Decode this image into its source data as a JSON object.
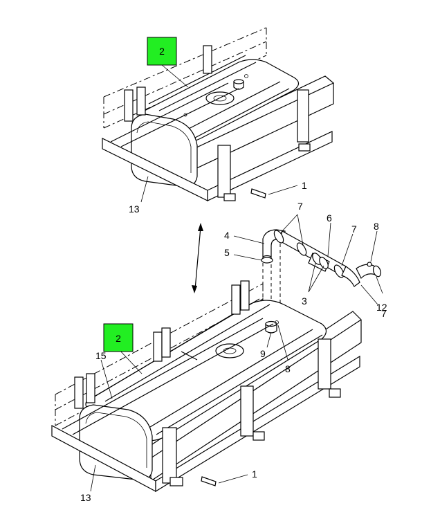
{
  "highlight_color": "#22ee22",
  "callouts": {
    "top_box": "2",
    "top_1": "1",
    "top_13": "13",
    "hose_7a": "7",
    "hose_6": "6",
    "hose_7b": "7",
    "hose_8a": "8",
    "hose_4": "4",
    "hose_5": "5",
    "hose_3": "3",
    "hose_12": "12",
    "hose_7c": "7",
    "hose_9": "9",
    "hose_8b": "8",
    "bottom_box": "2",
    "bottom_15": "15",
    "bottom_1": "1",
    "bottom_13": "13"
  }
}
